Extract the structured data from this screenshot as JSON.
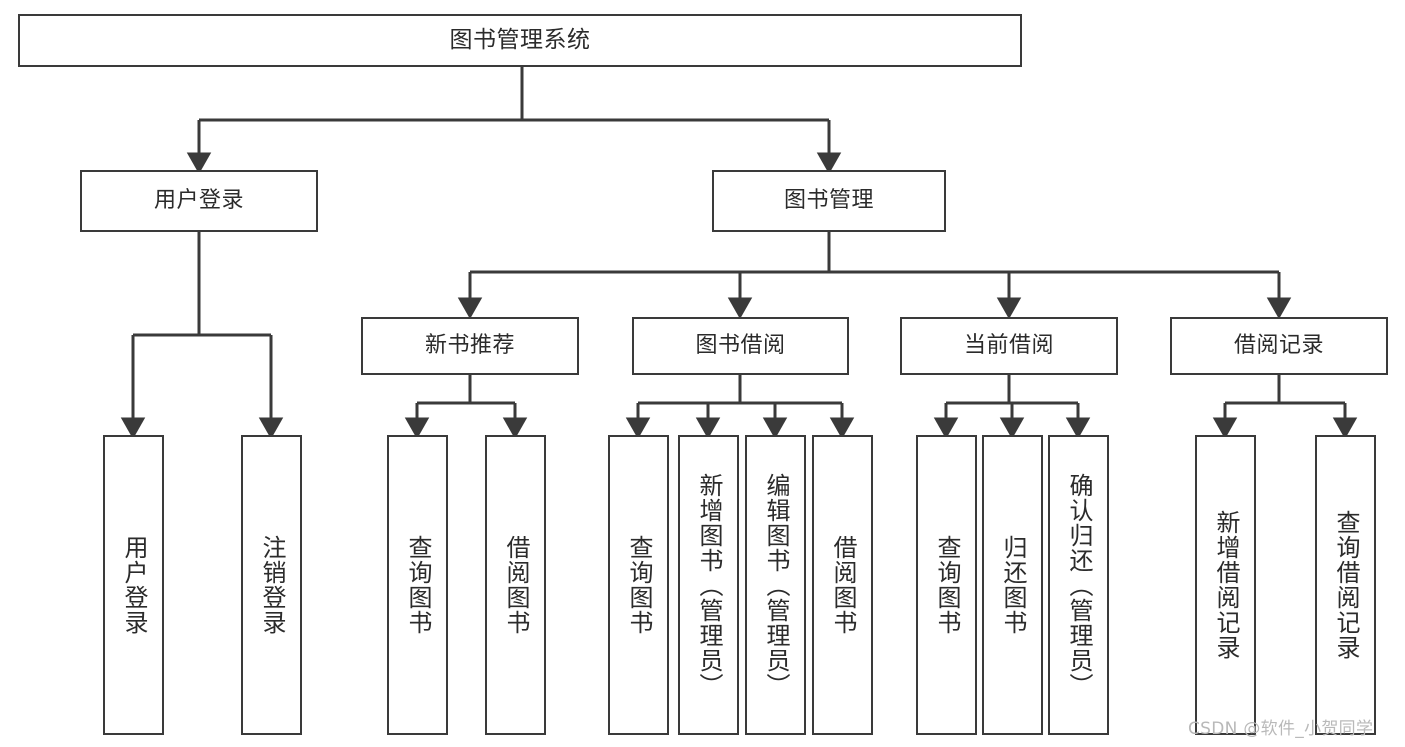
{
  "diagram": {
    "type": "tree-hierarchy",
    "title": "图书管理系统",
    "orientation": "top-down",
    "colors": {
      "stroke": "#3a3a3a",
      "fill": "#ffffff",
      "text": "#2b2b2b",
      "watermark": "#b9b9b9"
    }
  },
  "root": {
    "label": "图书管理系统"
  },
  "level2": [
    {
      "label": "用户登录"
    },
    {
      "label": "图书管理"
    }
  ],
  "level3": [
    {
      "label": "新书推荐"
    },
    {
      "label": "图书借阅"
    },
    {
      "label": "当前借阅"
    },
    {
      "label": "借阅记录"
    }
  ],
  "leaves": {
    "user_login": [
      {
        "label": "用户登录"
      },
      {
        "label": "注销登录"
      }
    ],
    "new_book": [
      {
        "label": "查询图书"
      },
      {
        "label": "借阅图书"
      }
    ],
    "book_borrow": [
      {
        "label": "查询图书"
      },
      {
        "label": "新增图书（管理员）"
      },
      {
        "label": "编辑图书（管理员）"
      },
      {
        "label": "借阅图书"
      }
    ],
    "current_borrow": [
      {
        "label": "查询图书"
      },
      {
        "label": "归还图书"
      },
      {
        "label": "确认归还（管理员）"
      }
    ],
    "borrow_record": [
      {
        "label": "新增借阅记录"
      },
      {
        "label": "查询借阅记录"
      }
    ]
  },
  "watermark": {
    "text": "CSDN @软件_小贺同学"
  }
}
